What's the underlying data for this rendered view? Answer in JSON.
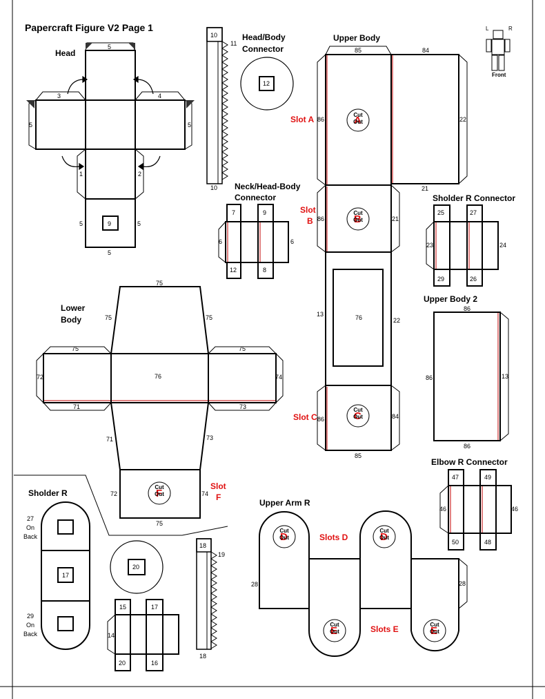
{
  "page": {
    "title": "Papercraft Figure V2  Page 1"
  },
  "parts": {
    "head": "Head",
    "head_body_connector": [
      "Head/Body",
      "Connector"
    ],
    "upper_body": "Upper Body",
    "neck_connector": [
      "Neck/Head-Body",
      "Connector"
    ],
    "sholder_r_connector": "Sholder R Connector",
    "upper_body_2": "Upper Body 2",
    "lower_body": [
      "Lower",
      "Body"
    ],
    "elbow_r_connector": "Elbow R Connector",
    "sholder_r": "Sholder R",
    "upper_arm_r": "Upper Arm R"
  },
  "slots": {
    "a": "Slot A",
    "b": [
      "Slot",
      "B"
    ],
    "c": "Slot C",
    "f": [
      "Slot",
      "F"
    ],
    "d": "Slots D",
    "e": "Slots E"
  },
  "cut_out": [
    "Cut",
    "Out"
  ],
  "slot_letters": {
    "a": "A",
    "b": "B",
    "c": "C",
    "d": "D",
    "e": "E",
    "f": "F"
  },
  "notes": {
    "on_back_27": [
      "27",
      "On",
      "Back"
    ],
    "on_back_29": [
      "29",
      "On",
      "Back"
    ]
  },
  "legend": {
    "left": "L",
    "right": "R",
    "front": "Front"
  },
  "numbers": {
    "n5": "5",
    "n3": "3",
    "n4": "4",
    "n1": "1",
    "n2": "2",
    "n9": "9",
    "n10": "10",
    "n11": "11",
    "n12": "12",
    "n7": "7",
    "n6": "6",
    "n8": "8",
    "n85": "85",
    "n84": "84",
    "n86": "86",
    "n22": "22",
    "n21": "21",
    "n13": "13",
    "n76": "76",
    "n25": "25",
    "n27": "27",
    "n23": "23",
    "n24": "24",
    "n29": "29",
    "n26": "26",
    "n75": "75",
    "n72": "72",
    "n74": "74",
    "n71": "71",
    "n73": "73",
    "n47": "47",
    "n49": "49",
    "n46": "46",
    "n50": "50",
    "n48": "48",
    "n17": "17",
    "n20": "20",
    "n15": "15",
    "n14": "14",
    "n16": "16",
    "n18": "18",
    "n19": "19",
    "n28": "28"
  }
}
